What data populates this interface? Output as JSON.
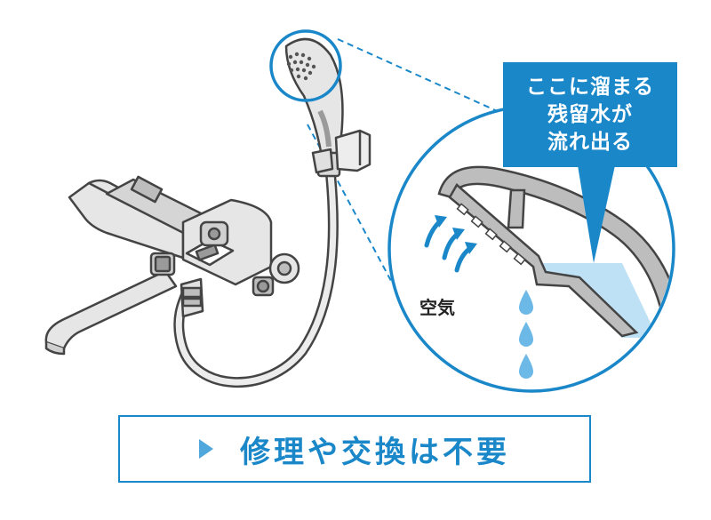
{
  "callout": {
    "line1": "ここに溜まる",
    "line2": "残留水が",
    "line3": "流れ出る"
  },
  "labels": {
    "air": "空気"
  },
  "footer": {
    "text": "修理や交換は不要"
  },
  "colors": {
    "accent": "#1a87c9",
    "water": "#bfe1f5",
    "drop": "#6cb8e6",
    "fixture_fill": "#e6e6e6",
    "fixture_dark": "#9a9a9a",
    "outline": "#444444"
  },
  "icons": [
    "air-flow-arrow-icon",
    "water-drop-icon",
    "play-arrow-icon"
  ]
}
